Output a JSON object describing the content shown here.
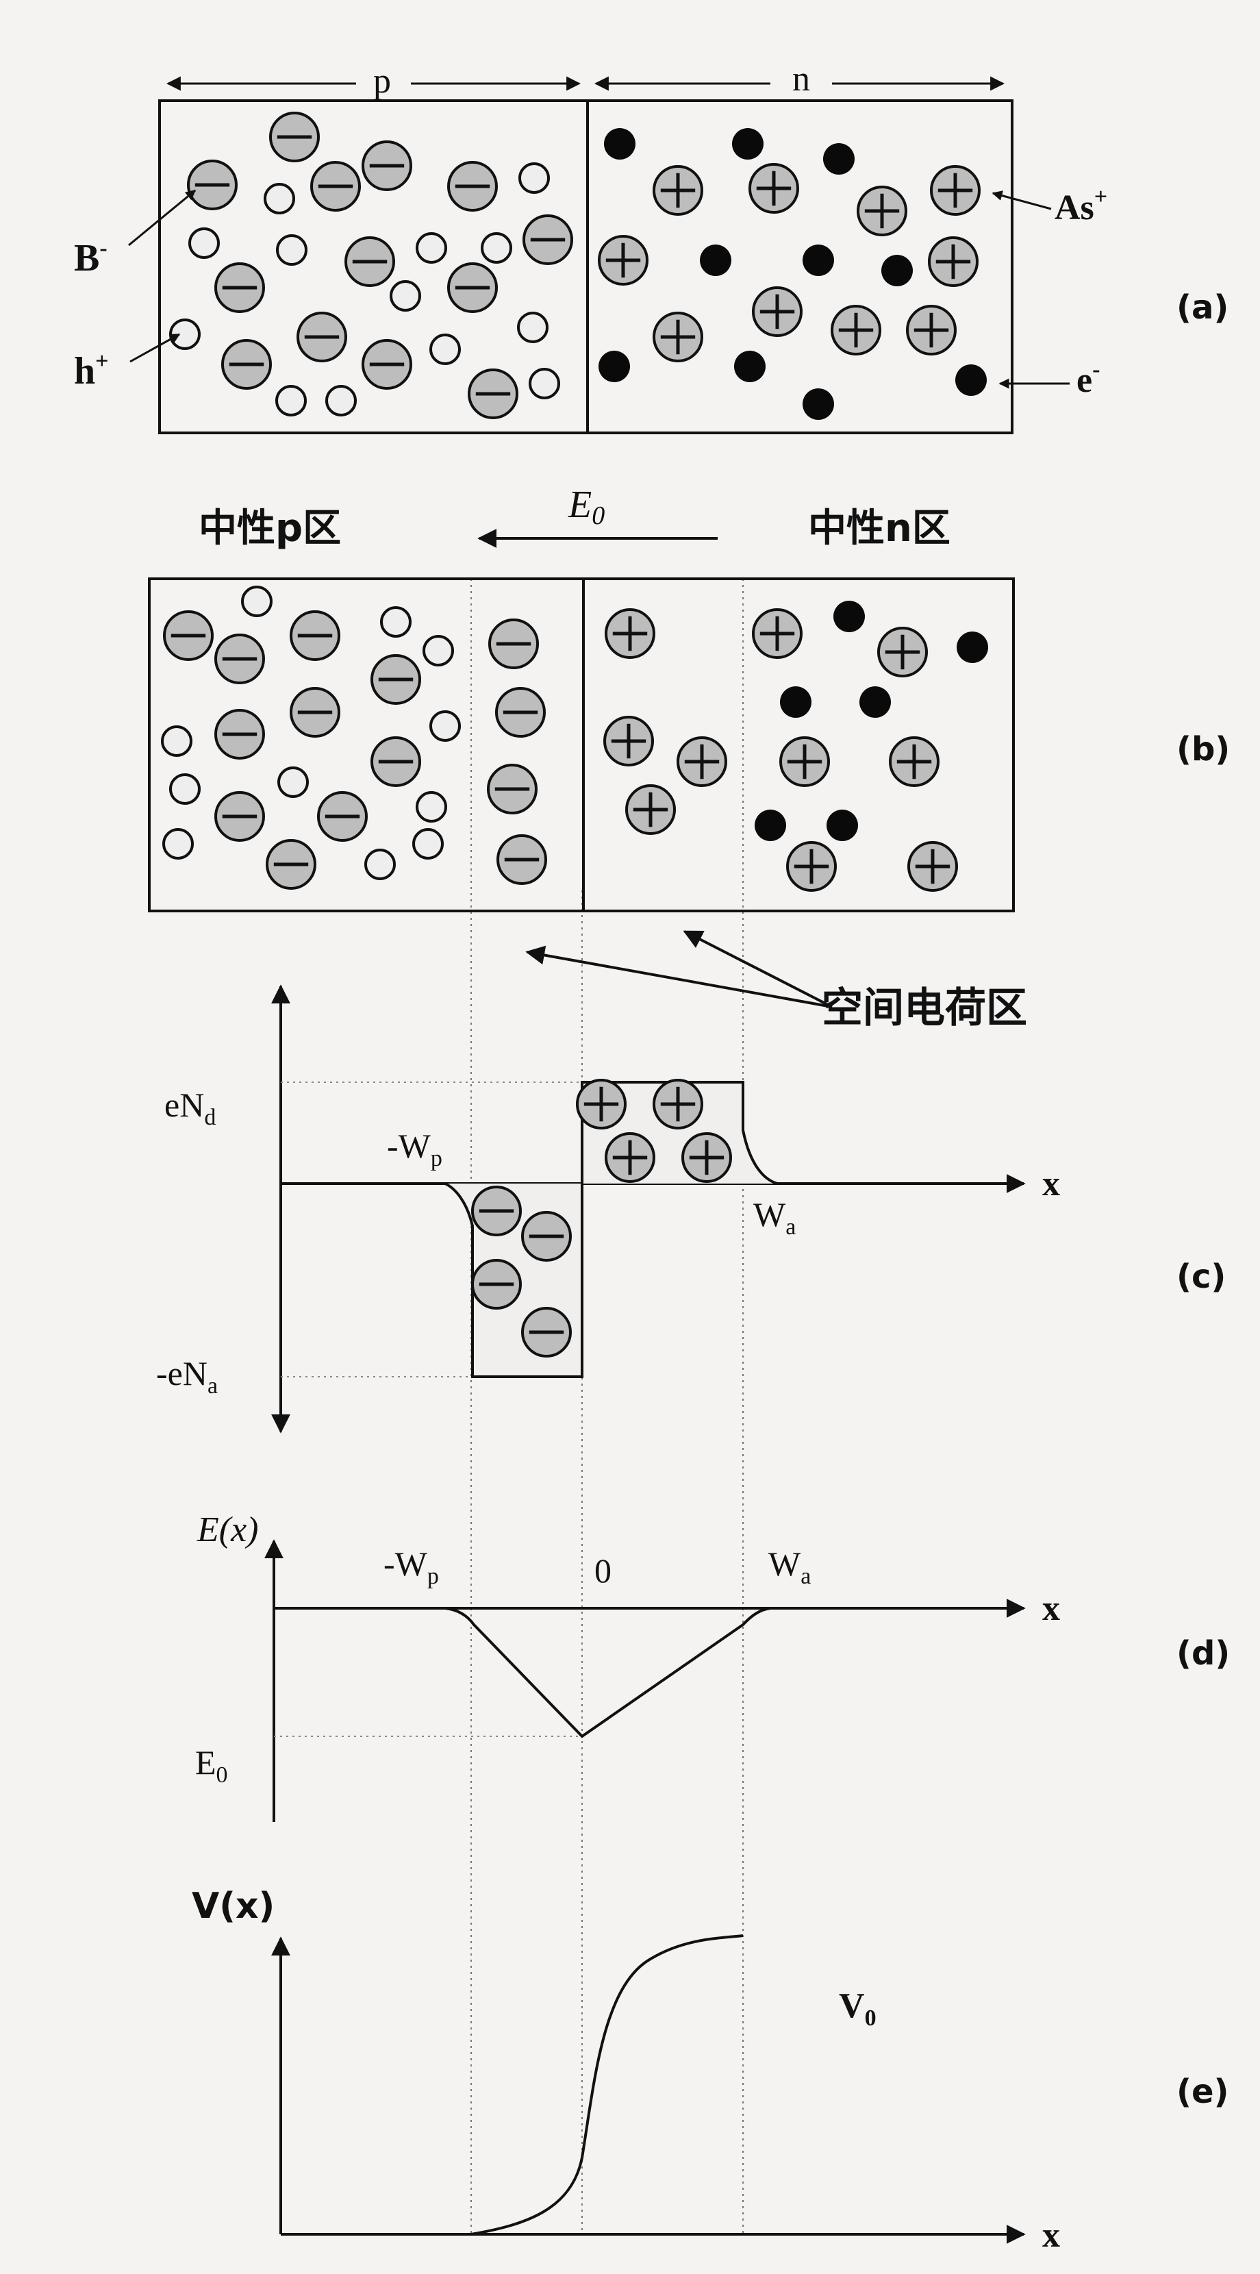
{
  "panel_a": {
    "region_p": "p",
    "region_n": "n",
    "acceptor_ion": "B",
    "acceptor_ion_charge": "-",
    "hole": "h",
    "hole_charge": "+",
    "donor_ion": "As",
    "donor_ion_charge": "+",
    "electron": "e",
    "electron_charge": "-",
    "tag": "(a)"
  },
  "panel_b": {
    "neutral_p": "中性p区",
    "neutral_n": "中性n区",
    "field": "E",
    "field_sub": "0",
    "tag": "(b)"
  },
  "space_charge_label": "空间电荷区",
  "panel_c": {
    "y_top": "eN",
    "y_top_sub": "d",
    "y_bottom": "-eN",
    "y_bottom_sub": "a",
    "neg_w": "-W",
    "neg_w_sub": "p",
    "pos_w": "W",
    "pos_w_sub": "a",
    "x_axis": "x",
    "tag": "(c)"
  },
  "panel_d": {
    "y_axis": "E(x)",
    "neg_w": "-W",
    "neg_w_sub": "p",
    "origin": "0",
    "pos_w": "W",
    "pos_w_sub": "a",
    "x_axis": "x",
    "e0": "E",
    "e0_sub": "0",
    "tag": "(d)"
  },
  "panel_e": {
    "y_axis": "V(x)",
    "v0": "V",
    "v0_sub": "0",
    "x_axis": "x",
    "tag": "(e)"
  },
  "colors": {
    "ink": "#111111",
    "background": "#f4f3f1",
    "ion_fill": "#bdbdbd",
    "hole_fill": "#eeeeee",
    "electron_fill": "#0a0a0a"
  }
}
